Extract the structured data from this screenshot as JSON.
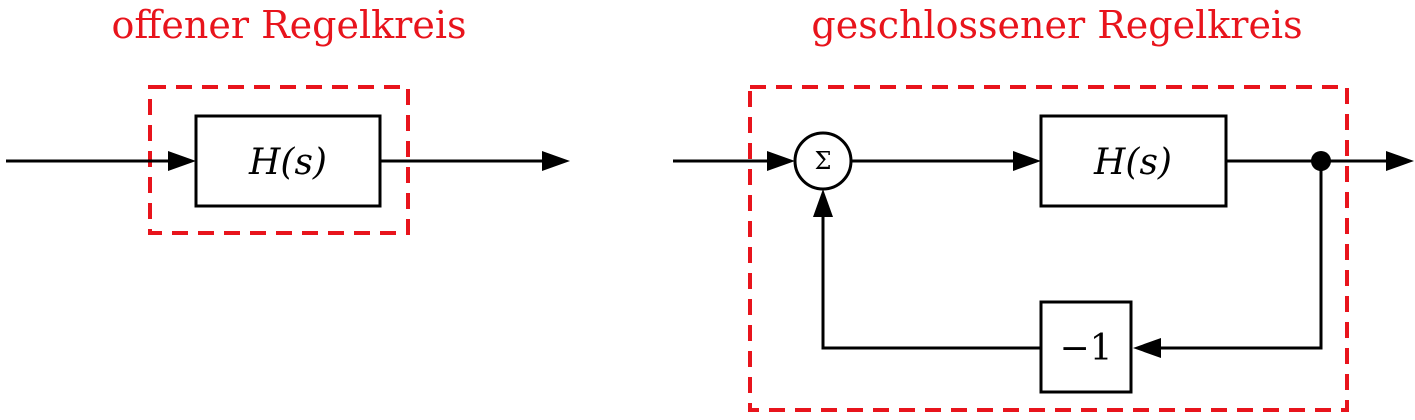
{
  "colors": {
    "accent": "#e8141c",
    "line": "#000000"
  },
  "open_loop": {
    "title": "offener Regelkreis",
    "block_label": "H(s)"
  },
  "closed_loop": {
    "title": "geschlossener Regelkreis",
    "block_label": "H(s)",
    "summing_symbol": "Σ",
    "feedback_gain": "−1"
  }
}
